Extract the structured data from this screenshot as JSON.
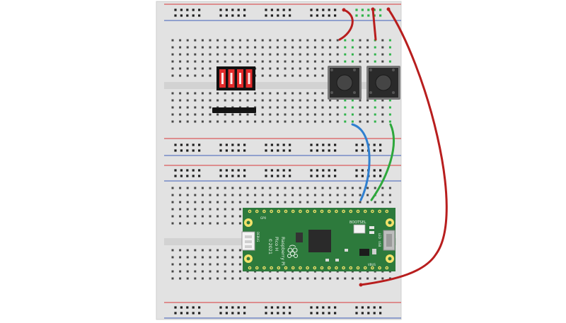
{
  "colors": {
    "board": "#e2e2e2",
    "rail_red": "#d8383a",
    "rail_blue": "#3d5fb8",
    "hole": "#1e1e1e",
    "hole_connected": "#2fb34a",
    "pico_green": "#2d7a3c",
    "wire_red": "#b81e1e",
    "wire_blue": "#2f7fd0",
    "wire_green": "#2ea83c",
    "led_red": "#e22b2b",
    "button_body": "#2a2a2a",
    "button_cap": "#454545"
  },
  "components": {
    "microcontroller": {
      "name": "Raspberry Pi",
      "model": "Pico H",
      "year": "©2021",
      "bootsel_label": "BOOTSEL",
      "debug_label": "DEBUG",
      "led_label": "LED",
      "usb_label": "USB",
      "pin_label_top": "GP0",
      "pin_label_bottom": "VBUS"
    },
    "buttons": [
      {
        "name": "pushbutton-left"
      },
      {
        "name": "pushbutton-right"
      }
    ],
    "led_bar_segments": 4,
    "header_pins": 8
  },
  "wires": [
    {
      "name": "red-wire-1",
      "color": "wire_red"
    },
    {
      "name": "red-wire-2",
      "color": "wire_red"
    },
    {
      "name": "red-wire-3",
      "color": "wire_red"
    },
    {
      "name": "blue-wire",
      "color": "wire_blue"
    },
    {
      "name": "green-wire",
      "color": "wire_green"
    }
  ]
}
